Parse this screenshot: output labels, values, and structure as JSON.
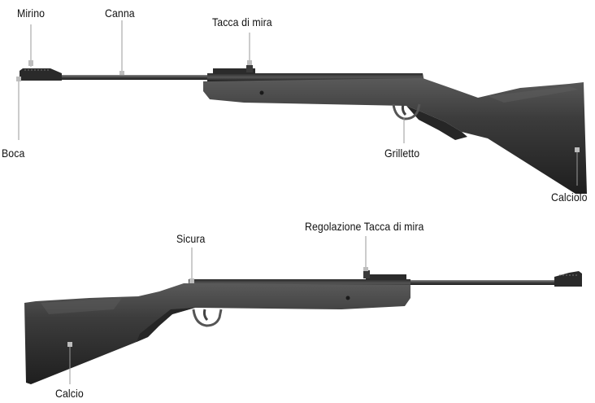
{
  "labels": {
    "mirino": "Mirino",
    "canna": "Canna",
    "tacca_di_mira": "Tacca di mira",
    "boca": "Boca",
    "grilletto": "Grilletto",
    "calciolo": "Calciolo",
    "sicura": "Sicura",
    "regolazione_tacca_di_mira": "Regolazione Tacca di mira",
    "calcio": "Calcio"
  },
  "colors": {
    "rifle_body": "#3a3a3a",
    "rifle_dark": "#222222",
    "barrel": "#4a4a4a",
    "leader_line": "#9a9a9a",
    "marker": "#bdbdbd",
    "text": "#111111"
  }
}
